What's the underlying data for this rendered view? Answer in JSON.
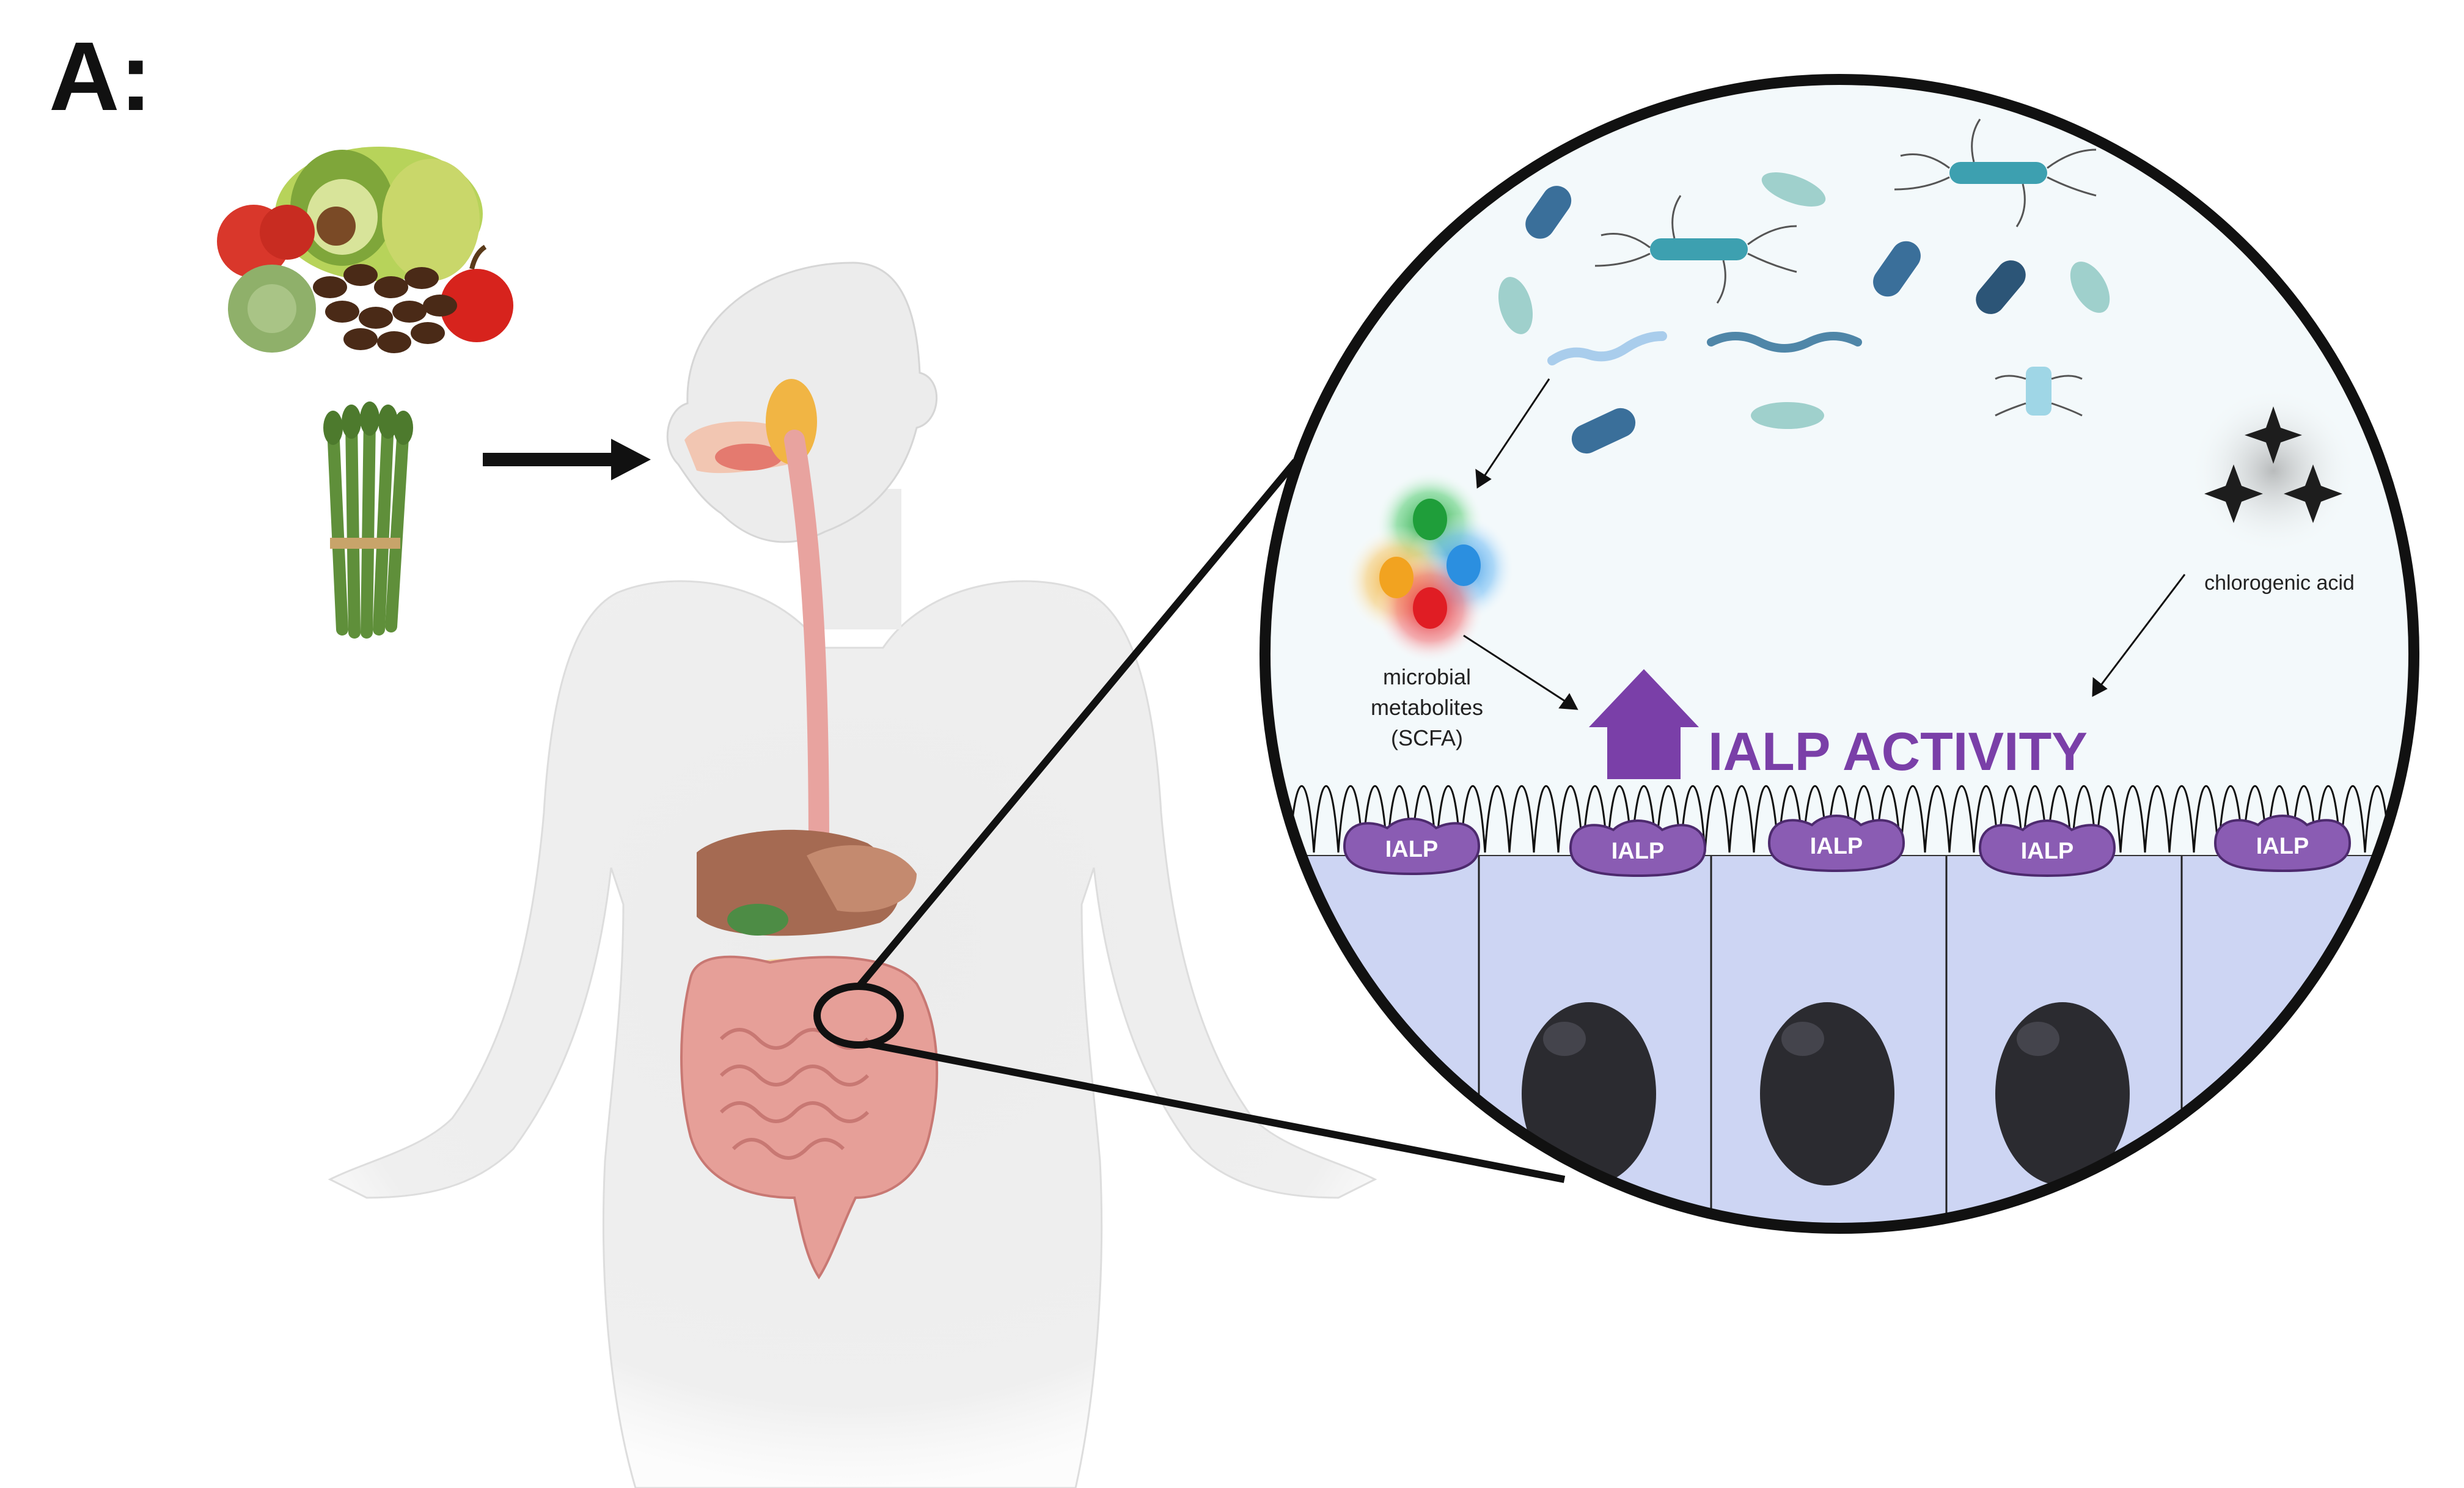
{
  "panel_label": "A:",
  "labels": {
    "microbial_line1": "microbial",
    "microbial_line2": "metabolites",
    "microbial_line3": "(SCFA)",
    "chlorogenic": "chlorogenic acid",
    "activity": "IALP ACTIVITY",
    "enzyme": "IALP"
  },
  "colors": {
    "purple": "#7a3fa8",
    "enzyme_fill": "#8a5cb3",
    "outline": "#111111",
    "body_fill": "#eeeeee",
    "gut_pink": "#e8a39f",
    "cell_fill": "#cdd5f3",
    "nucleus": "#2b2b30",
    "lumen": "#f3f9fb"
  },
  "icons": [
    "food-group-icon",
    "asparagus-icon",
    "human-body-icon",
    "bacteria-icon",
    "metabolite-cluster-icon",
    "chlorogenic-acid-icon",
    "up-arrow-icon"
  ]
}
